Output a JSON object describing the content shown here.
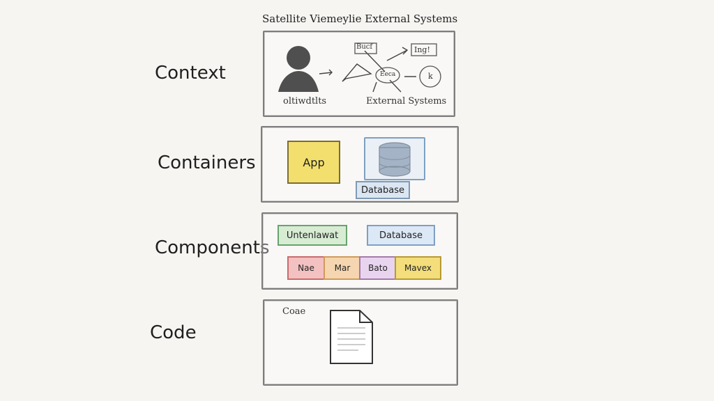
{
  "title": "Satellite Viemeylie External Systems",
  "levels": {
    "context": "Context",
    "containers": "Containers",
    "components": "Components",
    "code": "Code"
  },
  "context_panel": {
    "person_caption": "oltiwdtlts",
    "nodes": [
      "Bucf",
      "Ing!",
      "Eeca",
      "k"
    ],
    "external_caption": "External Systems"
  },
  "containers_panel": {
    "app_label": "App",
    "db_label": "Database"
  },
  "components_panel": {
    "top_left": "Untenlawat",
    "top_right": "Database",
    "chips": [
      "Nae",
      "Mar",
      "Bato",
      "Mavex"
    ]
  },
  "code_panel": {
    "label": "Coae"
  },
  "colors": {
    "app": "#f3df6d",
    "database": "#dbe6f2",
    "green": "#d7ecd3",
    "chip_red": "#f3c1c1",
    "chip_orange": "#f5d6b0",
    "chip_purple": "#e9d4ef",
    "chip_yellow": "#f3de7b"
  }
}
